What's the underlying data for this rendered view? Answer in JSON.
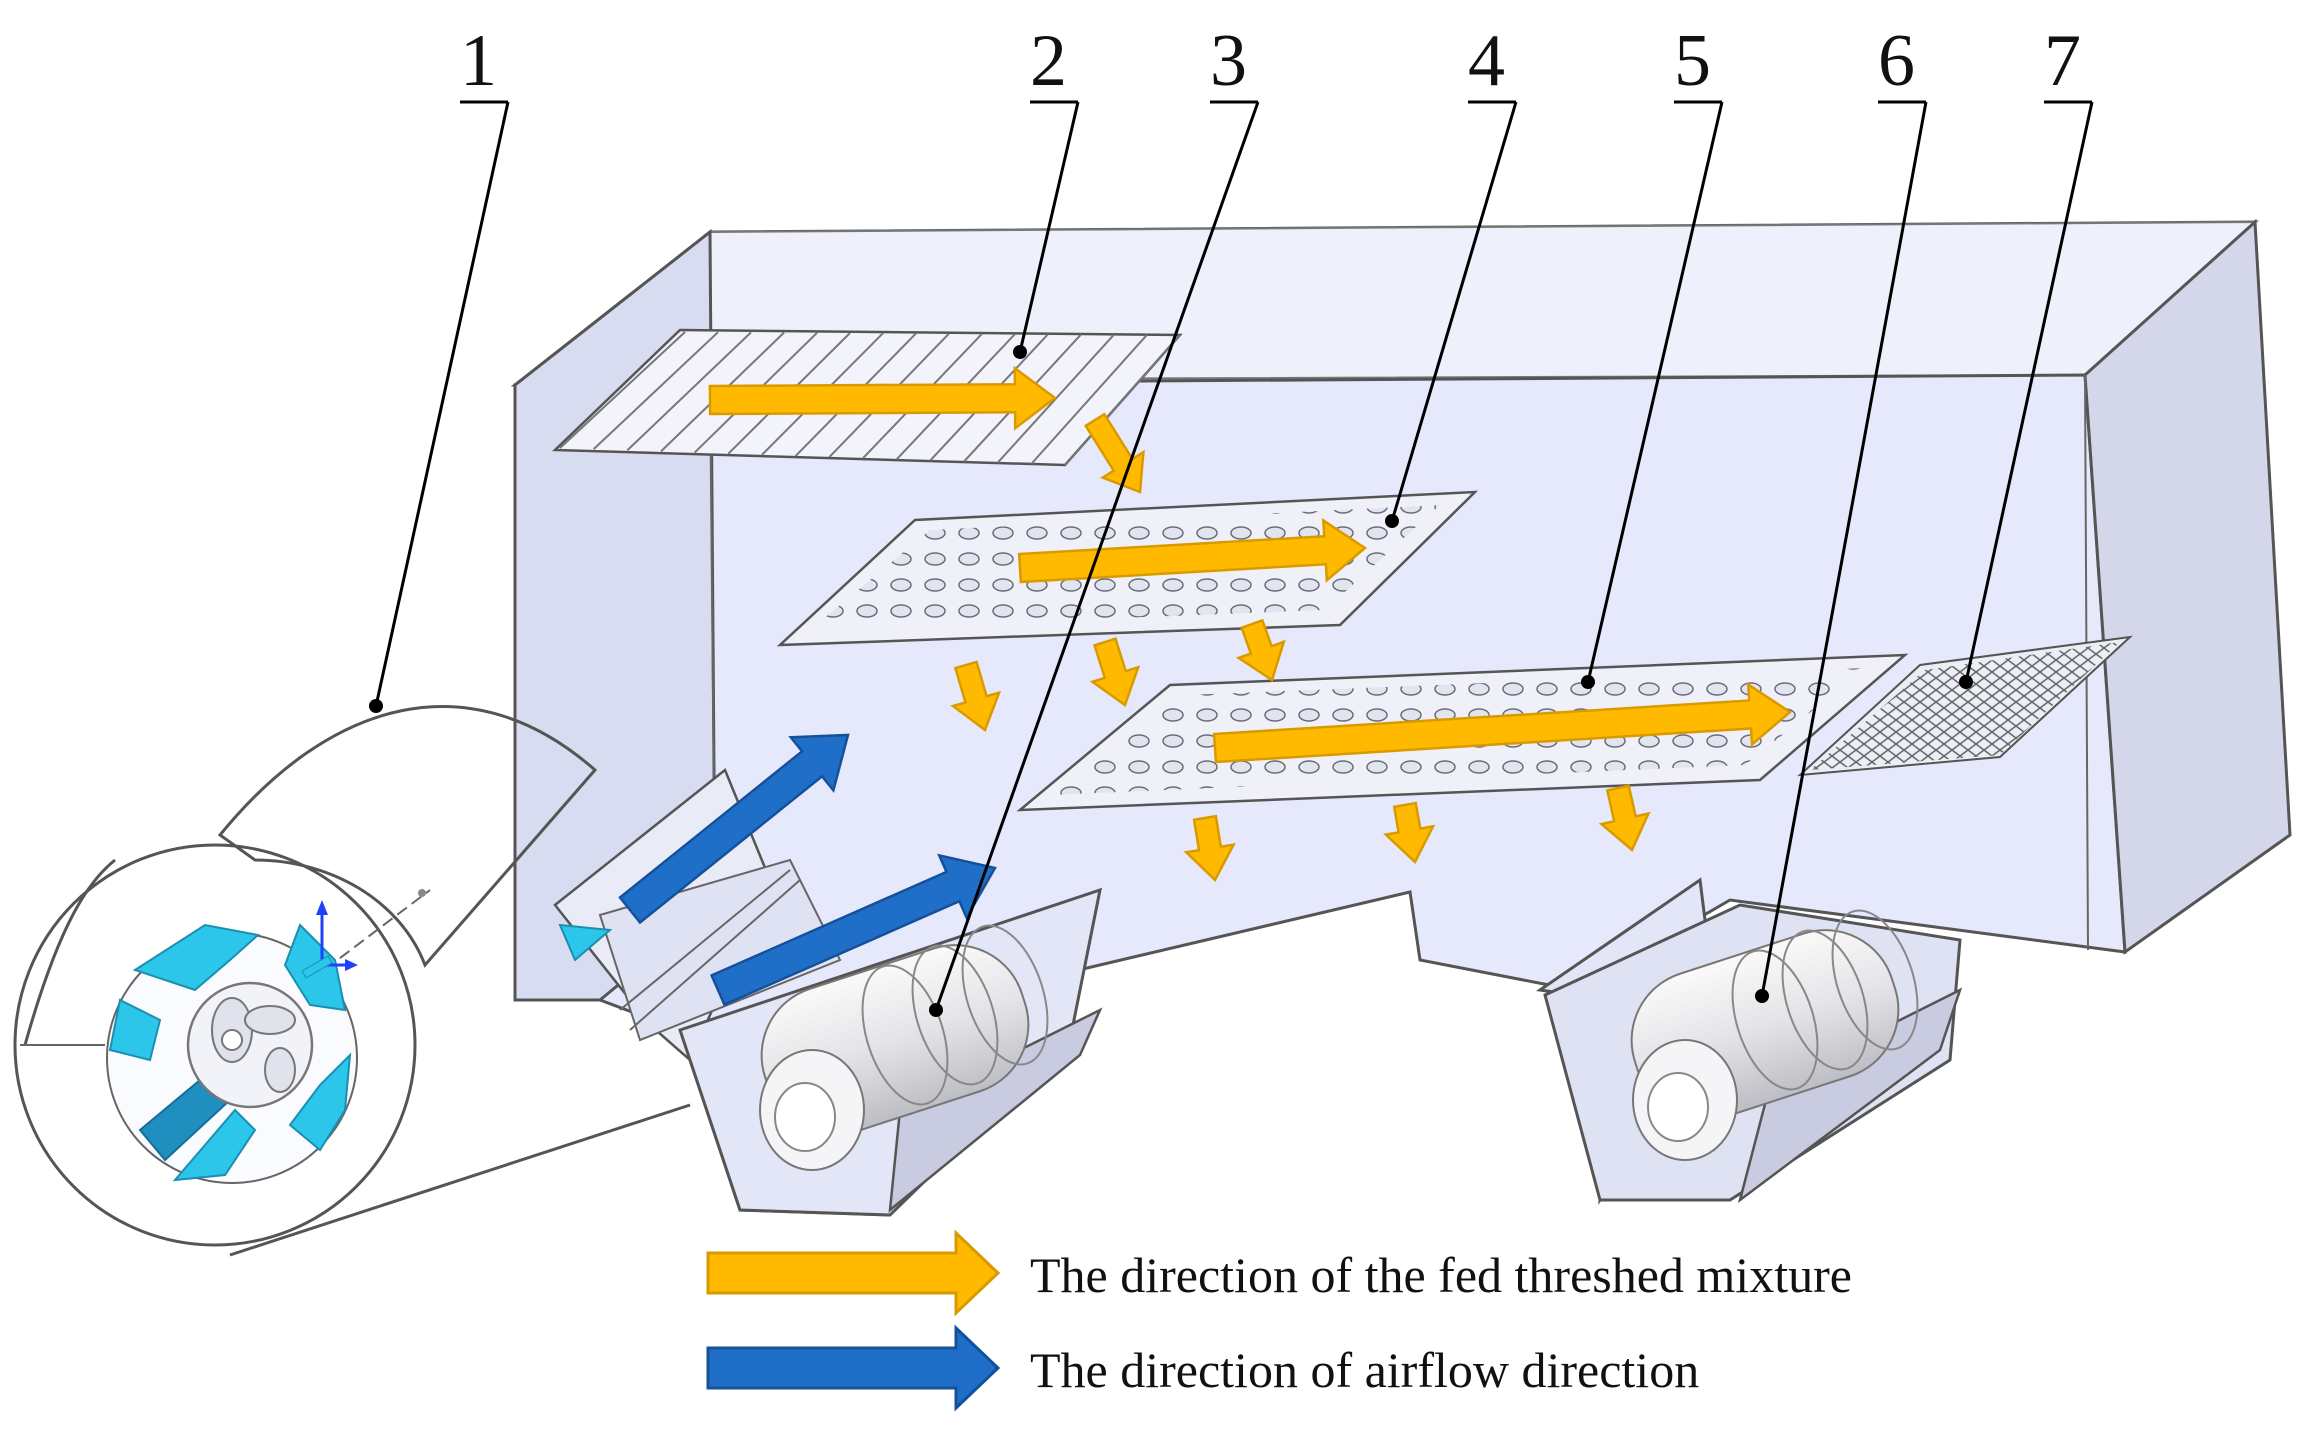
{
  "labels": [
    "1",
    "2",
    "3",
    "4",
    "5",
    "6",
    "7"
  ],
  "legend": {
    "mixture": "The direction of the fed threshed mixture",
    "airflow": "The direction of airflow direction"
  },
  "colors": {
    "mixture_arrow": "#FFBA00",
    "mixture_arrow_edge": "#D99A00",
    "airflow_arrow": "#1F6FC9",
    "airflow_arrow_edge": "#15509A",
    "housing": "#E6E9FB",
    "fan_blade": "#2BC6EA"
  }
}
